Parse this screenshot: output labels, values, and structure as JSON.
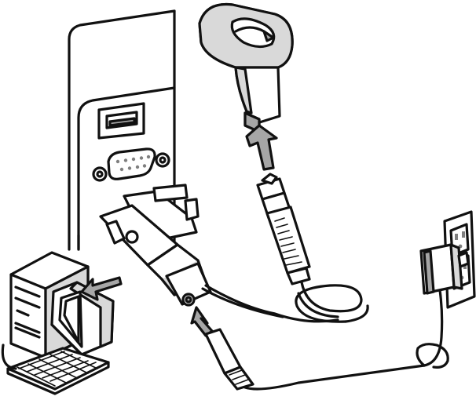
{
  "diagram": {
    "kind": "scanner-cable-connection-illustration",
    "colors": {
      "line": "#111111",
      "fill": "#ffffff",
      "shade_light": "#d9d9d9",
      "shade_mid": "#a6a6a6",
      "shade_dark": "#7f7f7f"
    },
    "components": [
      "barcode-scanner",
      "rj45-cable-connector",
      "coiled-cable",
      "db9-serial-connector",
      "host-panel-usb-port",
      "host-panel-serial-port",
      "power-jack",
      "power-plug",
      "power-supply-adapter",
      "wall-outlet",
      "desktop-computer",
      "monitor",
      "keyboard"
    ],
    "arrows": [
      "to-scanner-handle",
      "to-host-computer",
      "to-power-jack"
    ]
  }
}
